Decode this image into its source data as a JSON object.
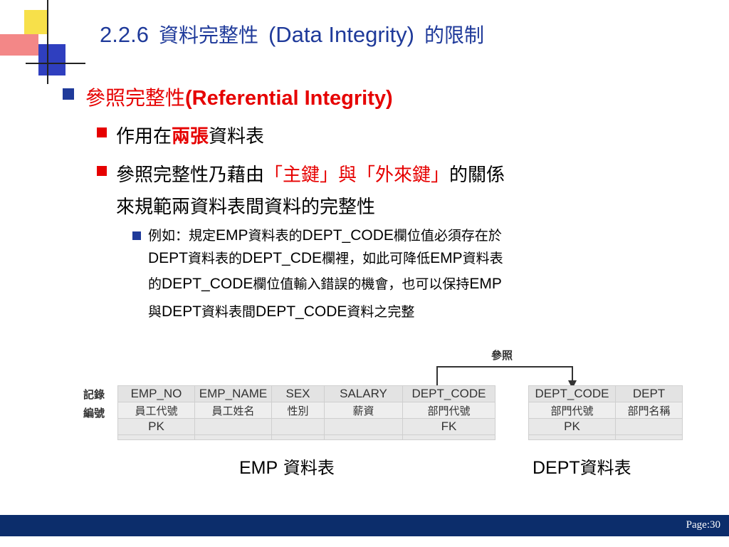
{
  "title": {
    "number": "2.2.6",
    "cjk1": "資料完整性",
    "latin": "(Data Integrity)",
    "cjk2": "的限制"
  },
  "bullet1": {
    "cjk": "參照完整性",
    "latin": "(Referential Integrity)"
  },
  "bullet2": {
    "pre": "作用在",
    "red": "兩張",
    "post": "資料表"
  },
  "bullet3": {
    "pre": "參照完整性乃藉由",
    "red": "「主鍵」與「外來鍵」",
    "post": "的關係",
    "line2": "來規範兩資料表間資料的完整性"
  },
  "example": {
    "l1a": "例如：規定",
    "l1b": "EMP",
    "l1c": "資料表的",
    "l1d": "DEPT_CODE",
    "l1e": "欄位值必須存在於",
    "l2a": "DEPT",
    "l2b": "資料表的",
    "l2c": "DEPT_CDE",
    "l2d": "欄裡，如此可降低",
    "l2e": "EMP",
    "l2f": "資料表",
    "l3a": "的",
    "l3b": "DEPT_CODE",
    "l3c": "欄位值輸入錯誤的機會，也可以保持",
    "l3d": "EMP",
    "l4a": "與",
    "l4b": "DEPT",
    "l4c": "資料表間",
    "l4d": "DEPT_CODE",
    "l4e": "資料之完整"
  },
  "diagram": {
    "ref_label": "參照",
    "row_label_1": "記錄",
    "row_label_2": "編號",
    "emp": {
      "headers": [
        "EMP_NO",
        "EMP_NAME",
        "SEX",
        "SALARY",
        "DEPT_CODE"
      ],
      "cn": [
        "員工代號",
        "員工姓名",
        "性別",
        "薪資",
        "部門代號"
      ],
      "keys": [
        "PK",
        "",
        "",
        "",
        "FK"
      ]
    },
    "dept": {
      "headers": [
        "DEPT_CODE",
        "DEPT"
      ],
      "cn": [
        "部門代號",
        "部門名稱"
      ],
      "keys": [
        "PK",
        ""
      ]
    }
  },
  "captions": {
    "emp_en": "EMP",
    "emp_cn": "資料表",
    "dept_en": "DEPT",
    "dept_cn": "資料表"
  },
  "footer": {
    "page": "Page:30"
  },
  "colors": {
    "title": "#1f3a9a",
    "highlight": "#e60000",
    "footer": "#0c2d6b"
  }
}
